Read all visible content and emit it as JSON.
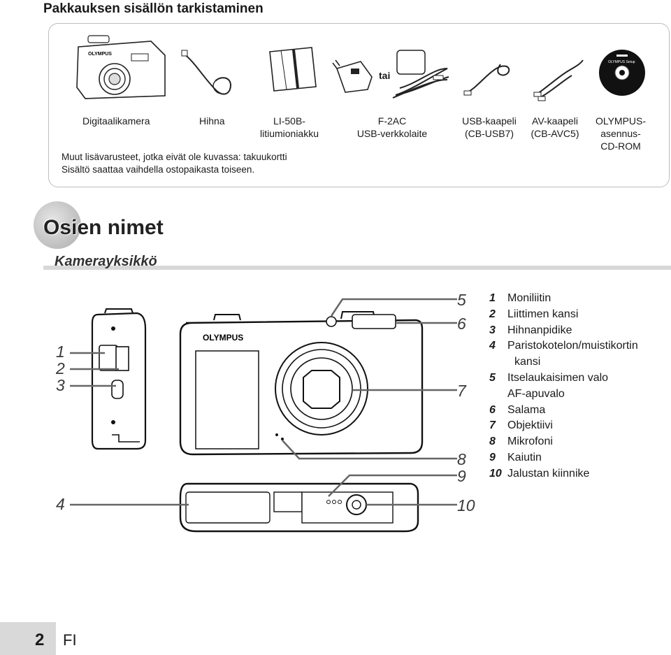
{
  "header": {
    "title": "Pakkauksen sisällön tarkistaminen"
  },
  "package_contents": {
    "items": [
      {
        "label": "Digitaalikamera",
        "icon": "camera-icon"
      },
      {
        "label": "Hihna",
        "icon": "strap-icon"
      },
      {
        "label": "LI-50B-",
        "label2": "litiumioniakku",
        "icon": "battery-icon"
      },
      {
        "label": "F-2AC",
        "label2": "USB-verkkolaite",
        "icon": "usb-adapter-icon"
      },
      {
        "label": "USB-kaapeli",
        "label2": "(CB-USB7)",
        "icon": "usb-cable-icon"
      },
      {
        "label": "AV-kaapeli",
        "label2": "(CB-AVC5)",
        "icon": "av-cable-icon"
      },
      {
        "label": "OLYMPUS-",
        "label2": "asennus-",
        "label3": "CD-ROM",
        "icon": "cd-rom-icon"
      }
    ],
    "or_label": "tai",
    "notes": [
      "Muut lisävarusteet, jotka eivät ole kuvassa: takuukortti",
      "Sisältö saattaa vaihdella ostopaikasta toiseen."
    ],
    "cd_label": "OLYMPUS Setup"
  },
  "section": {
    "title": "Osien nimet",
    "subtitle": "Kamerayksikkö"
  },
  "diagram": {
    "brand": "OLYMPUS",
    "callouts": [
      "1",
      "2",
      "3",
      "4",
      "5",
      "6",
      "7",
      "8",
      "9",
      "10"
    ]
  },
  "parts": [
    {
      "num": "1",
      "name": "Moniliitin"
    },
    {
      "num": "2",
      "name": "Liittimen kansi"
    },
    {
      "num": "3",
      "name": "Hihnanpidike"
    },
    {
      "num": "4",
      "name": "Paristokotelon/muistikortin",
      "cont": "kansi"
    },
    {
      "num": "5",
      "name": "Itselaukaisimen valo",
      "cont": "AF-apuvalo"
    },
    {
      "num": "6",
      "name": "Salama"
    },
    {
      "num": "7",
      "name": "Objektiivi"
    },
    {
      "num": "8",
      "name": "Mikrofoni"
    },
    {
      "num": "9",
      "name": "Kaiutin"
    },
    {
      "num": "10",
      "name": "Jalustan kiinnike"
    }
  ],
  "footer": {
    "page_number": "2",
    "language": "FI"
  }
}
